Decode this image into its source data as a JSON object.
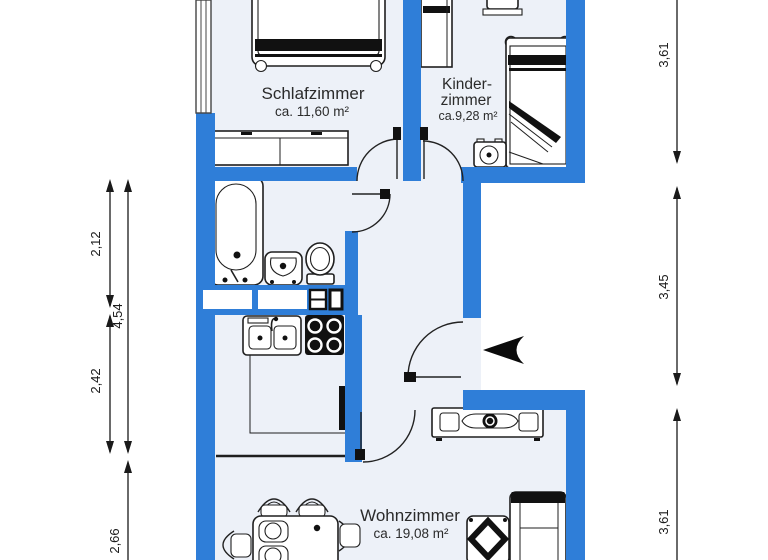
{
  "plan": {
    "title": "apartment-floor-plan",
    "rooms": [
      {
        "id": "schlafzimmer",
        "name": "Schlafzimmer",
        "area": "ca. 11,60 m²"
      },
      {
        "id": "kinderzimmer",
        "name_line1": "Kinder-",
        "name_line2": "zimmer",
        "area": "ca.9,28 m²"
      },
      {
        "id": "wohnzimmer",
        "name": "Wohnzimmer",
        "area": "ca. 19,08 m²"
      }
    ],
    "dimensions": {
      "left": [
        "2,12",
        "4,54",
        "2,42",
        "2,66"
      ],
      "right": [
        "3,61",
        "3,45",
        "3,61"
      ]
    },
    "colors": {
      "wall": "#2f7ed8",
      "floor": "#edf1f8",
      "line": "#1a1a1a"
    }
  }
}
